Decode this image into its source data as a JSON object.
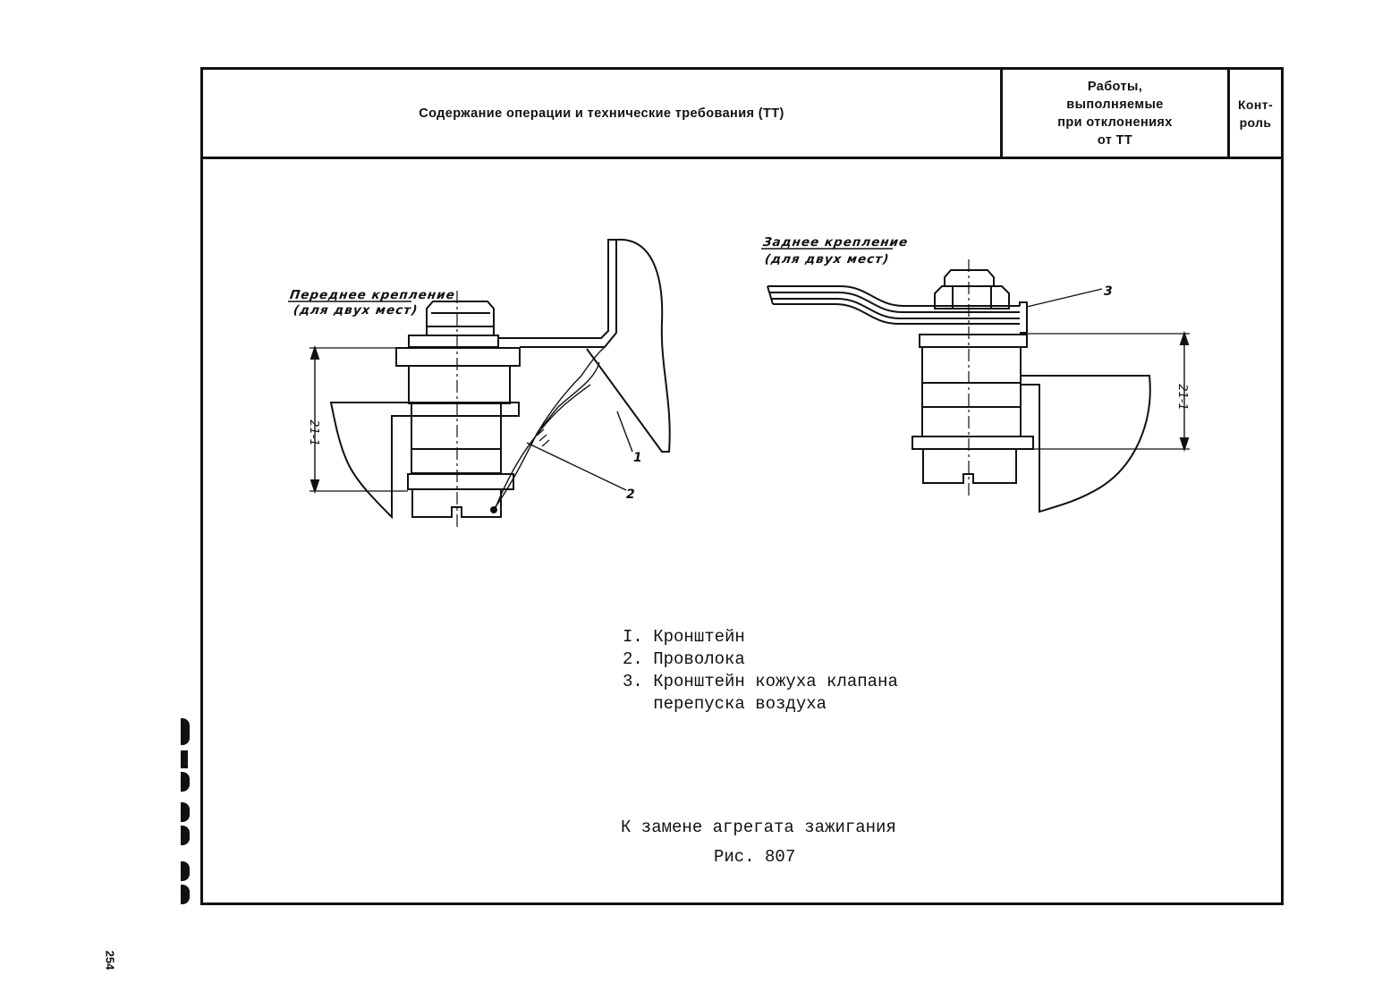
{
  "header": {
    "operation_content": "Содержание операции и технические требования (ТТ)",
    "deviation_works": "Работы,\nвыполняемые\nпри отклонениях\nот ТТ",
    "control": "Конт-\nроль"
  },
  "drawing": {
    "front_mount_title": "Переднее крепление",
    "front_mount_subtitle": "(для двух мест)",
    "rear_mount_title": "Заднее крепление",
    "rear_mount_subtitle": "(для двух мест)",
    "dimension_front": "21-1",
    "dimension_rear": "21-1",
    "callout_1": "1",
    "callout_2": "2",
    "callout_3": "3"
  },
  "legend": {
    "items": [
      "I. Кронштейн",
      "2. Проволока",
      "3. Кронштейн кожуха клапана",
      "   перепуска воздуха"
    ]
  },
  "caption": {
    "title": "К замене агрегата зажигания",
    "figure": "Рис. 807"
  },
  "page_number": "254"
}
